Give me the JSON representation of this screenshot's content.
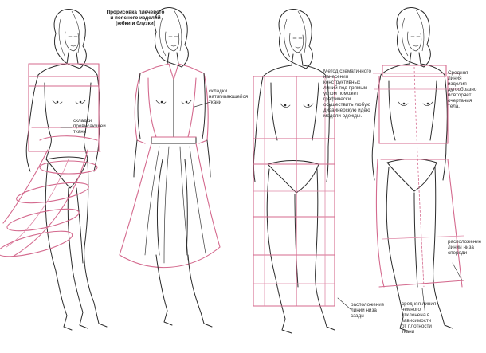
{
  "title": "Прорисовка плечевого\nи поясного изделий\n(юбки и блузки)",
  "labels": {
    "skladki_1": "складки\nпровисающей\nткани",
    "skladki_2": "складки\nнатягивающейся\nткани",
    "metod": "Метод схематичного\nнанесения\nконструктивных\nлиний под прямым\nуглом поможет\nграфически\nосуществить любую\nдизайнерскую идею\nмодели одежды.",
    "srednyaya": "Средняя\nлиния\nизделия\nдугообразно\nповторяет\nочертания\nтела.",
    "raspolozhenie_szadi": "расположение\nлинии низа\nсзади",
    "raspolozhenie_speredi": "расположение\nлинии низа\nспереди",
    "srednyaya_niza": "средняя линия\nнемного\nотклонена в\nзависимости\nот плотности\nткани"
  },
  "colors": {
    "ink": "#2b2b2b",
    "construction_lines": "#d46a8e",
    "background": "#ffffff"
  }
}
